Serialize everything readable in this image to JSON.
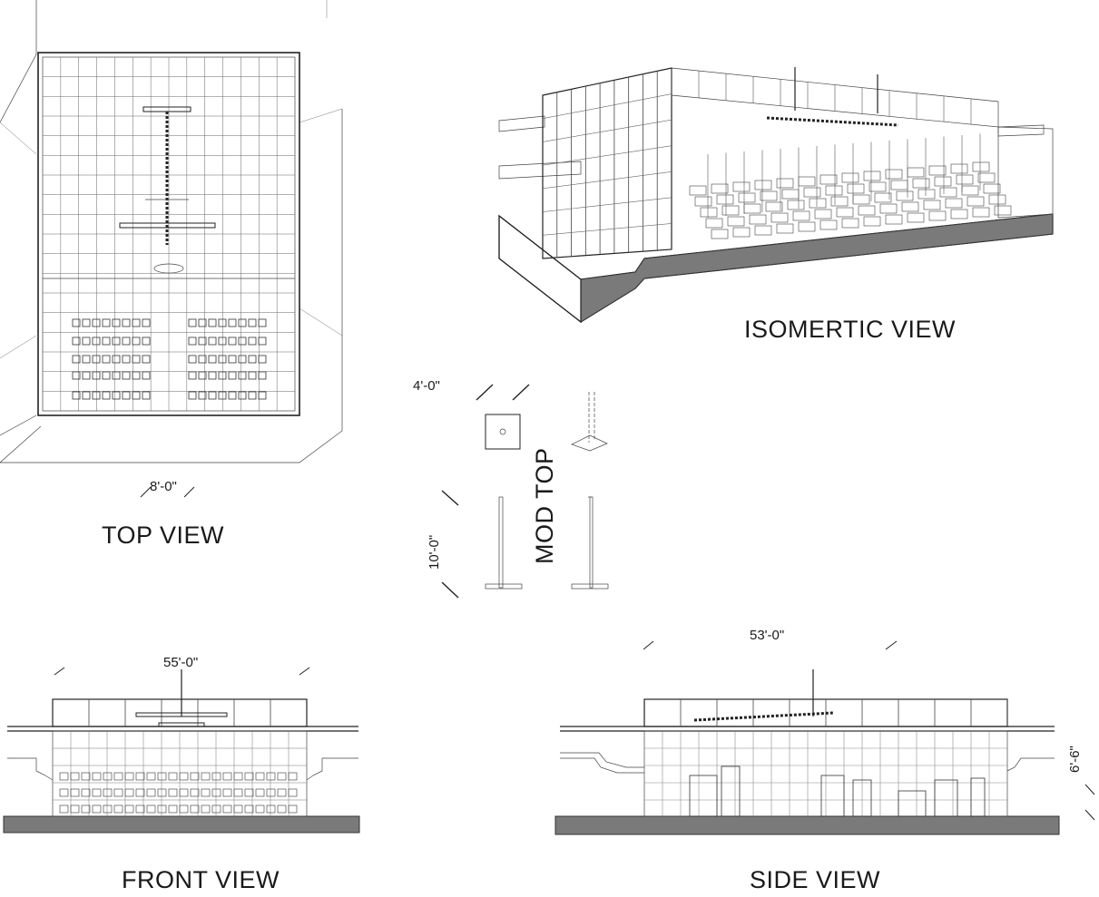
{
  "views": {
    "top": {
      "title": "TOP VIEW",
      "dimension": "8'-0\""
    },
    "isometric": {
      "title": "ISOMERTIC VIEW"
    },
    "module": {
      "title": "MOD TOP",
      "width_dimension": "4'-0\"",
      "height_dimension": "10'-0\""
    },
    "front": {
      "title": "FRONT VIEW",
      "dimension": "55'-0\""
    },
    "side": {
      "title": "SIDE VIEW",
      "dimension": "53'-0\"",
      "height_dimension": "6'-6\""
    }
  },
  "colors": {
    "line": "#222222",
    "slab": "#7a7a7a",
    "background": "#ffffff"
  }
}
